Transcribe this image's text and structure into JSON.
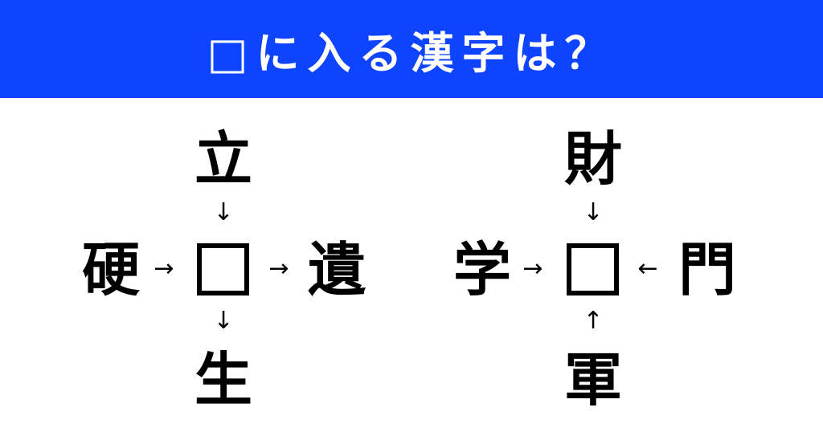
{
  "header": {
    "title": "□に入る漢字は？",
    "background": "#0f44ff"
  },
  "puzzles": [
    {
      "top": "立",
      "left": "硬",
      "right": "遺",
      "bottom": "生",
      "arrows": {
        "top": "↓",
        "left": "→",
        "right": "→",
        "bottom": "↓"
      }
    },
    {
      "top": "財",
      "left": "学",
      "right": "門",
      "bottom": "軍",
      "arrows": {
        "top": "↓",
        "left": "→",
        "right": "←",
        "bottom": "↑"
      }
    }
  ]
}
